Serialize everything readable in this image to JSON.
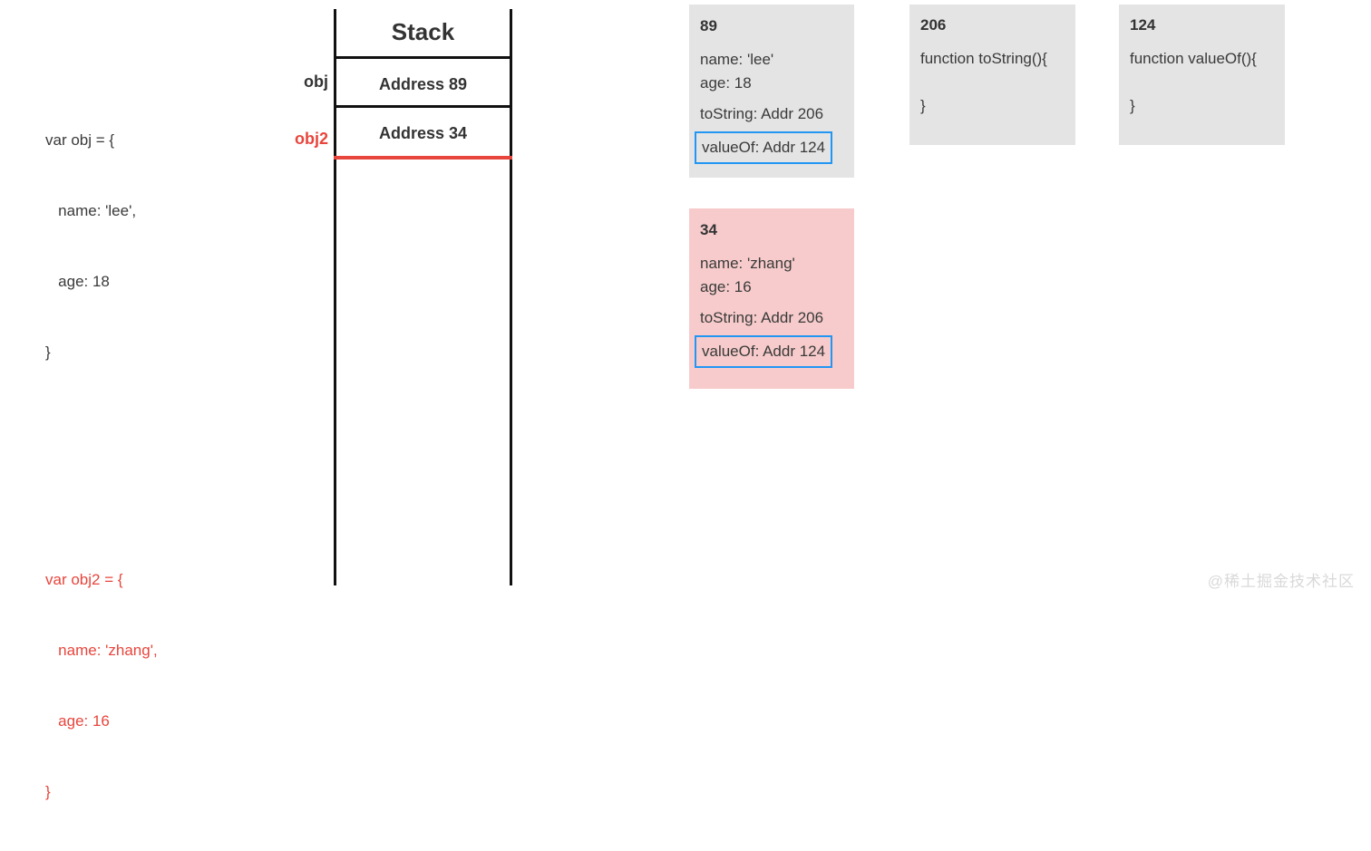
{
  "code_panel": {
    "obj_declaration": {
      "name": "obj-declaration",
      "lines": [
        "var obj = {",
        "   name: 'lee',",
        "   age: 18",
        "}"
      ]
    },
    "obj2_declaration": {
      "name": "obj2-declaration",
      "lines": [
        "var obj2 = {",
        "   name: 'zhang',",
        "   age: 16",
        "}"
      ]
    }
  },
  "stack": {
    "title": "Stack",
    "rows": [
      {
        "label": "obj",
        "value": "Address 89"
      },
      {
        "label": "obj2",
        "value": "Address 34"
      }
    ]
  },
  "heap": {
    "objects": [
      {
        "address": "89",
        "lines": [
          "name: 'lee'",
          "age: 18",
          "toString: Addr 206"
        ],
        "highlighted_line": "valueOf: Addr 124",
        "background": "#e4e4e4"
      },
      {
        "address": "34",
        "lines": [
          "name: 'zhang'",
          "age: 16",
          "toString: Addr 206"
        ],
        "highlighted_line": "valueOf: Addr 124",
        "background": "#f7cbcb"
      }
    ],
    "functions": [
      {
        "address": "206",
        "signature": "function toString(){",
        "close_brace": "}"
      },
      {
        "address": "124",
        "signature": "function valueOf(){",
        "close_brace": "}"
      }
    ]
  },
  "watermark": "@稀土掘金技术社区",
  "colors": {
    "accent_red": "#e8453c",
    "highlight_blue": "#2196f3",
    "gray_box": "#e4e4e4",
    "pink_box": "#f7cbcb",
    "text": "#3a3a3a"
  }
}
